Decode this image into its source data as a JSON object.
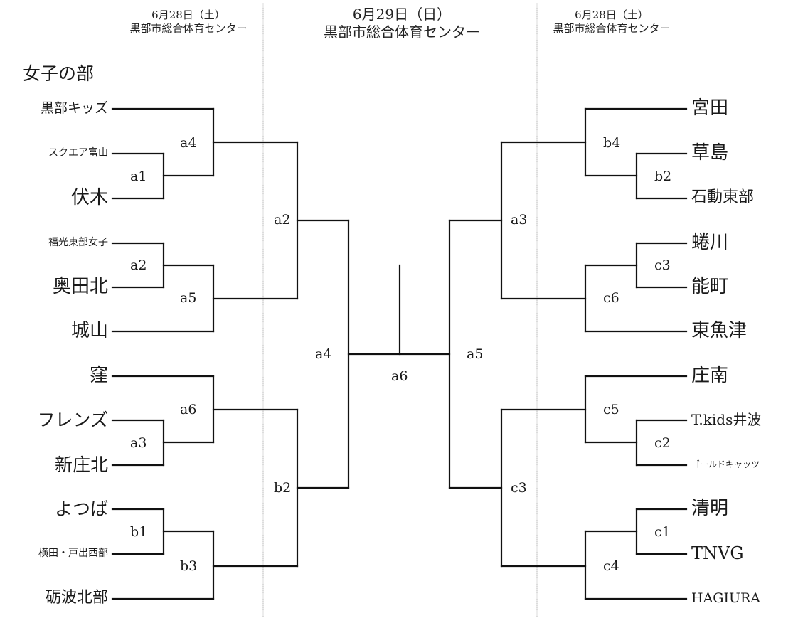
{
  "headers": {
    "left": {
      "date": "6月28日（土）",
      "venue": "黒部市総合体育センター"
    },
    "center": {
      "date": "6月29日（日）",
      "venue": "黒部市総合体育センター"
    },
    "right": {
      "date": "6月28日（土）",
      "venue": "黒部市総合体育センター"
    }
  },
  "category": "女子の部",
  "teams_left": [
    "黒部キッズ",
    "スクエア富山",
    "伏木",
    "福光東部女子",
    "奥田北",
    "城山",
    "窪",
    "フレンズ",
    "新庄北",
    "よつば",
    "横田・戸出西部",
    "砺波北部"
  ],
  "teams_right": [
    "宮田",
    "草島",
    "石動東部",
    "蜷川",
    "能町",
    "東魚津",
    "庄南",
    "T.kids井波",
    "ゴールドキャッツ",
    "清明",
    "TNVG",
    "HAGIURA"
  ],
  "match_codes": {
    "left_r1": [
      "a1",
      "a2",
      "a3",
      "b1"
    ],
    "left_r2": [
      "a4",
      "a5",
      "a6",
      "b3"
    ],
    "left_r3": [
      "a2",
      "b2"
    ],
    "left_r4": "a4",
    "final": "a6",
    "right_r4": "a5",
    "right_r3": [
      "a3",
      "c3"
    ],
    "right_r2": [
      "b4",
      "c6",
      "c5",
      "c4"
    ],
    "right_r1": [
      "b2",
      "c3",
      "c2",
      "c1"
    ]
  }
}
